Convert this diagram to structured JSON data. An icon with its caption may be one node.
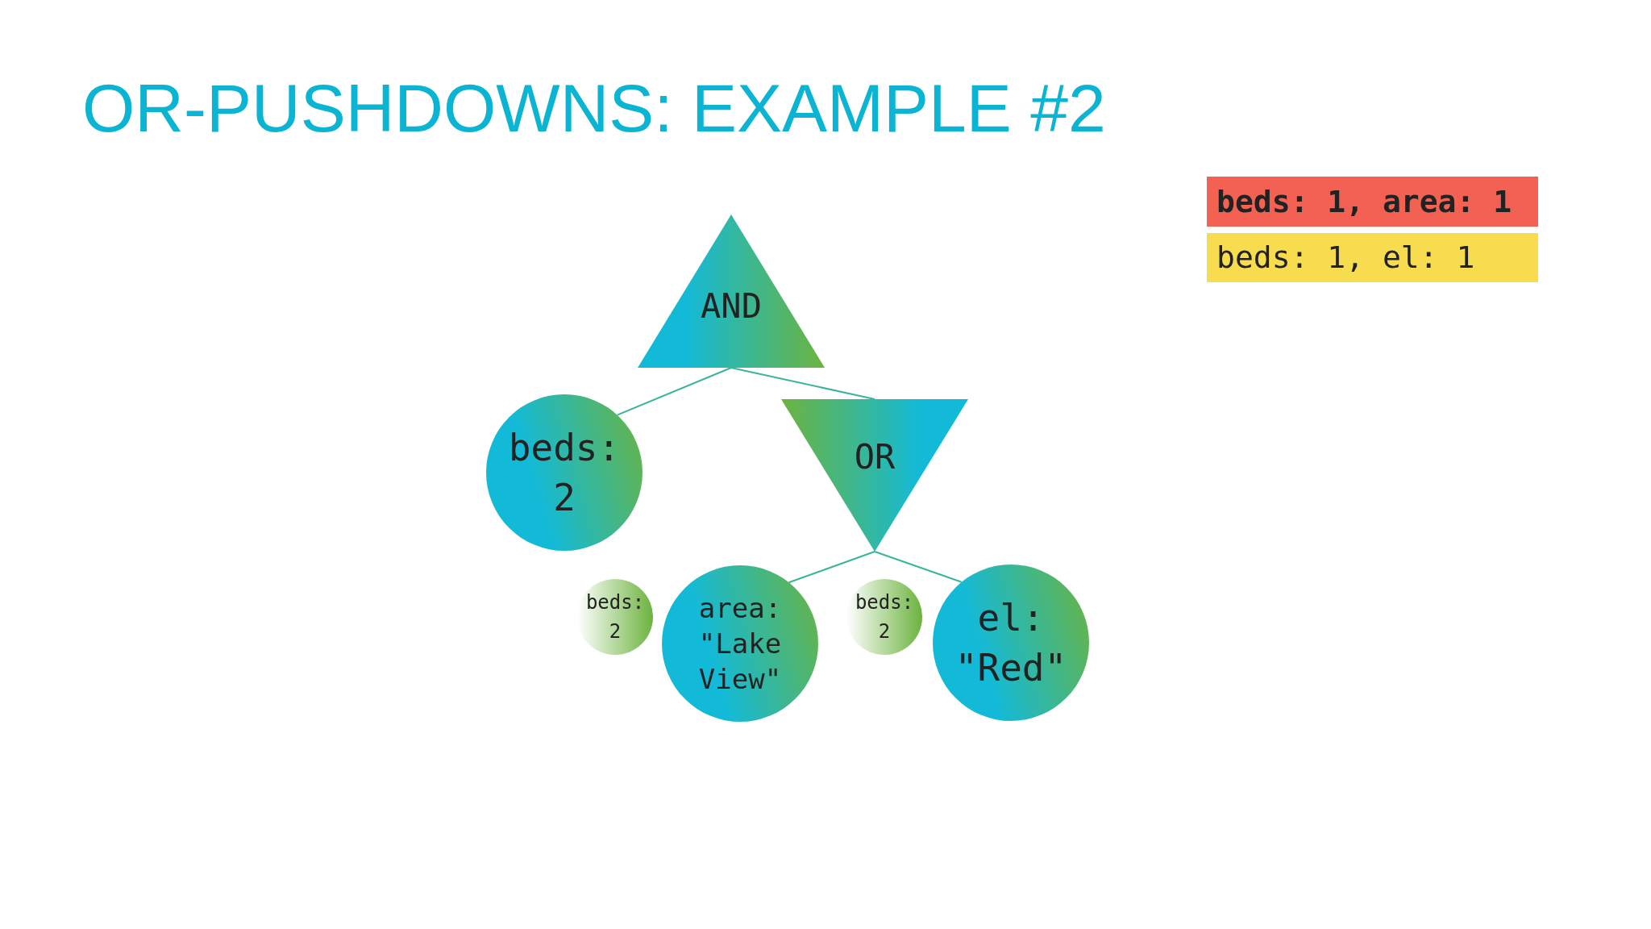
{
  "diagram": {
    "title": "OR-PUSHDOWNS: EXAMPLE #2",
    "nodes": [
      {
        "text": [
          "beds: 1, area: 1"
        ]
      },
      {
        "text": [
          "beds: 1, el: 1"
        ]
      },
      {
        "text": [
          "AND"
        ]
      },
      {
        "text": [
          "beds: 2"
        ]
      },
      {
        "text": [
          "OR"
        ]
      },
      {
        "text": [
          "beds: 2"
        ]
      },
      {
        "text": [
          "area: \"Lake View\""
        ]
      },
      {
        "text": [
          "beds: 2"
        ]
      },
      {
        "text": [
          "el: \"Red\""
        ]
      }
    ],
    "edges": [
      {
        "from": 2,
        "to": 3,
        "arrow": "none"
      },
      {
        "from": 2,
        "to": 4,
        "arrow": "none"
      },
      {
        "from": 4,
        "to": 6,
        "arrow": "none"
      },
      {
        "from": 4,
        "to": 8,
        "arrow": "none"
      }
    ]
  }
}
